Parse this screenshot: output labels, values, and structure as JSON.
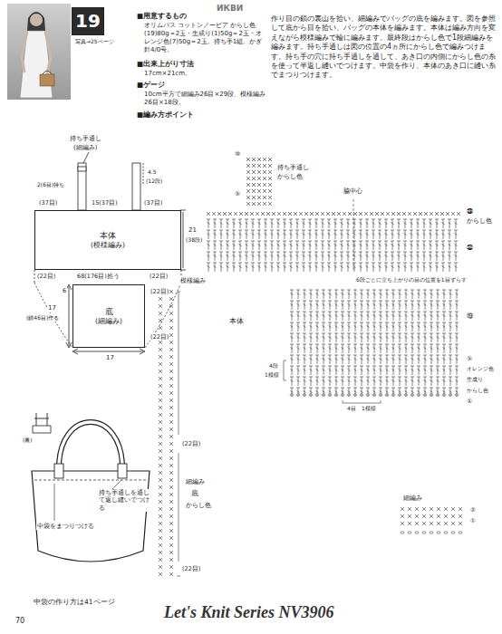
{
  "diagram": {
    "nodes": [
      {
        "text": [
          "19"
        ]
      },
      {
        "text": [
          "本体",
          "(模様編み)"
        ]
      },
      {
        "text": [
          "底",
          "(細編み)"
        ]
      }
    ],
    "labels": [
      "写真→25ページ",
      "ИКВИ",
      "■用意するもの",
      "オリムパス コットンノービア からし色(19)80g＝2玉・生成り(1)50g＝2玉・オレンジ色(7)50g＝2玉。持ち手1組。かぎ針4/0号。",
      "■出来上がり寸法",
      "17cm×21cm。",
      "■ゲージ",
      "10cm平方で細編み26目×29段、模様編み26目×18段。",
      "■編み方ポイント",
      "作り目の鎖の裏山を拾い、細編みでバッグの底を編みます。図を参照して底から目を拾い、バッグの本体を編みます。本体は編み方向を変えながら模様編みで輪に編みます。最終段はからし色で1段細編みを編みます。持ち手通しは図の位置の4ヵ所にからし色で編みつけます。持ち手の穴に持ち手通しを通して、あき口の内側にからし色の糸を使って半返し縫いでつけます。中袋を作り、本体のあき口に縫い糸でまつりつけます。",
      "持ち手通し",
      "(細編み)",
      "2(6目)持ち",
      "4.5",
      "(12段)",
      "(37目)",
      "15(37目)",
      "(37目)",
      "21",
      "(38段)",
      "(22目)",
      "68(176目)拾う",
      "(22目)",
      "6",
      "17",
      "(鎖46目)作る",
      "(22目)",
      "(22目)",
      "17",
      "⑩",
      "持ち手通し",
      "からし色",
      "⑤",
      "脇中心",
      "㊳",
      "からし色",
      "㉞",
      "模様編み",
      "6段ごとに立ち上がりの目の位置を1目ずらす",
      "本体",
      "⑲",
      "⑤",
      "オレンジ色",
      "生成り",
      "からし色",
      "①",
      "4段",
      "1模様",
      "4目",
      "1模様",
      "細編み",
      "底",
      "からし色",
      "(22目)",
      "(22目)",
      "(裏)",
      "中袋をまつりつける",
      "持ち手通しを通して返し縫いでつける",
      "細編み",
      "②",
      "①",
      "中袋の作り方は41ページ",
      "70",
      "Let's Knit Series NV3906"
    ]
  }
}
